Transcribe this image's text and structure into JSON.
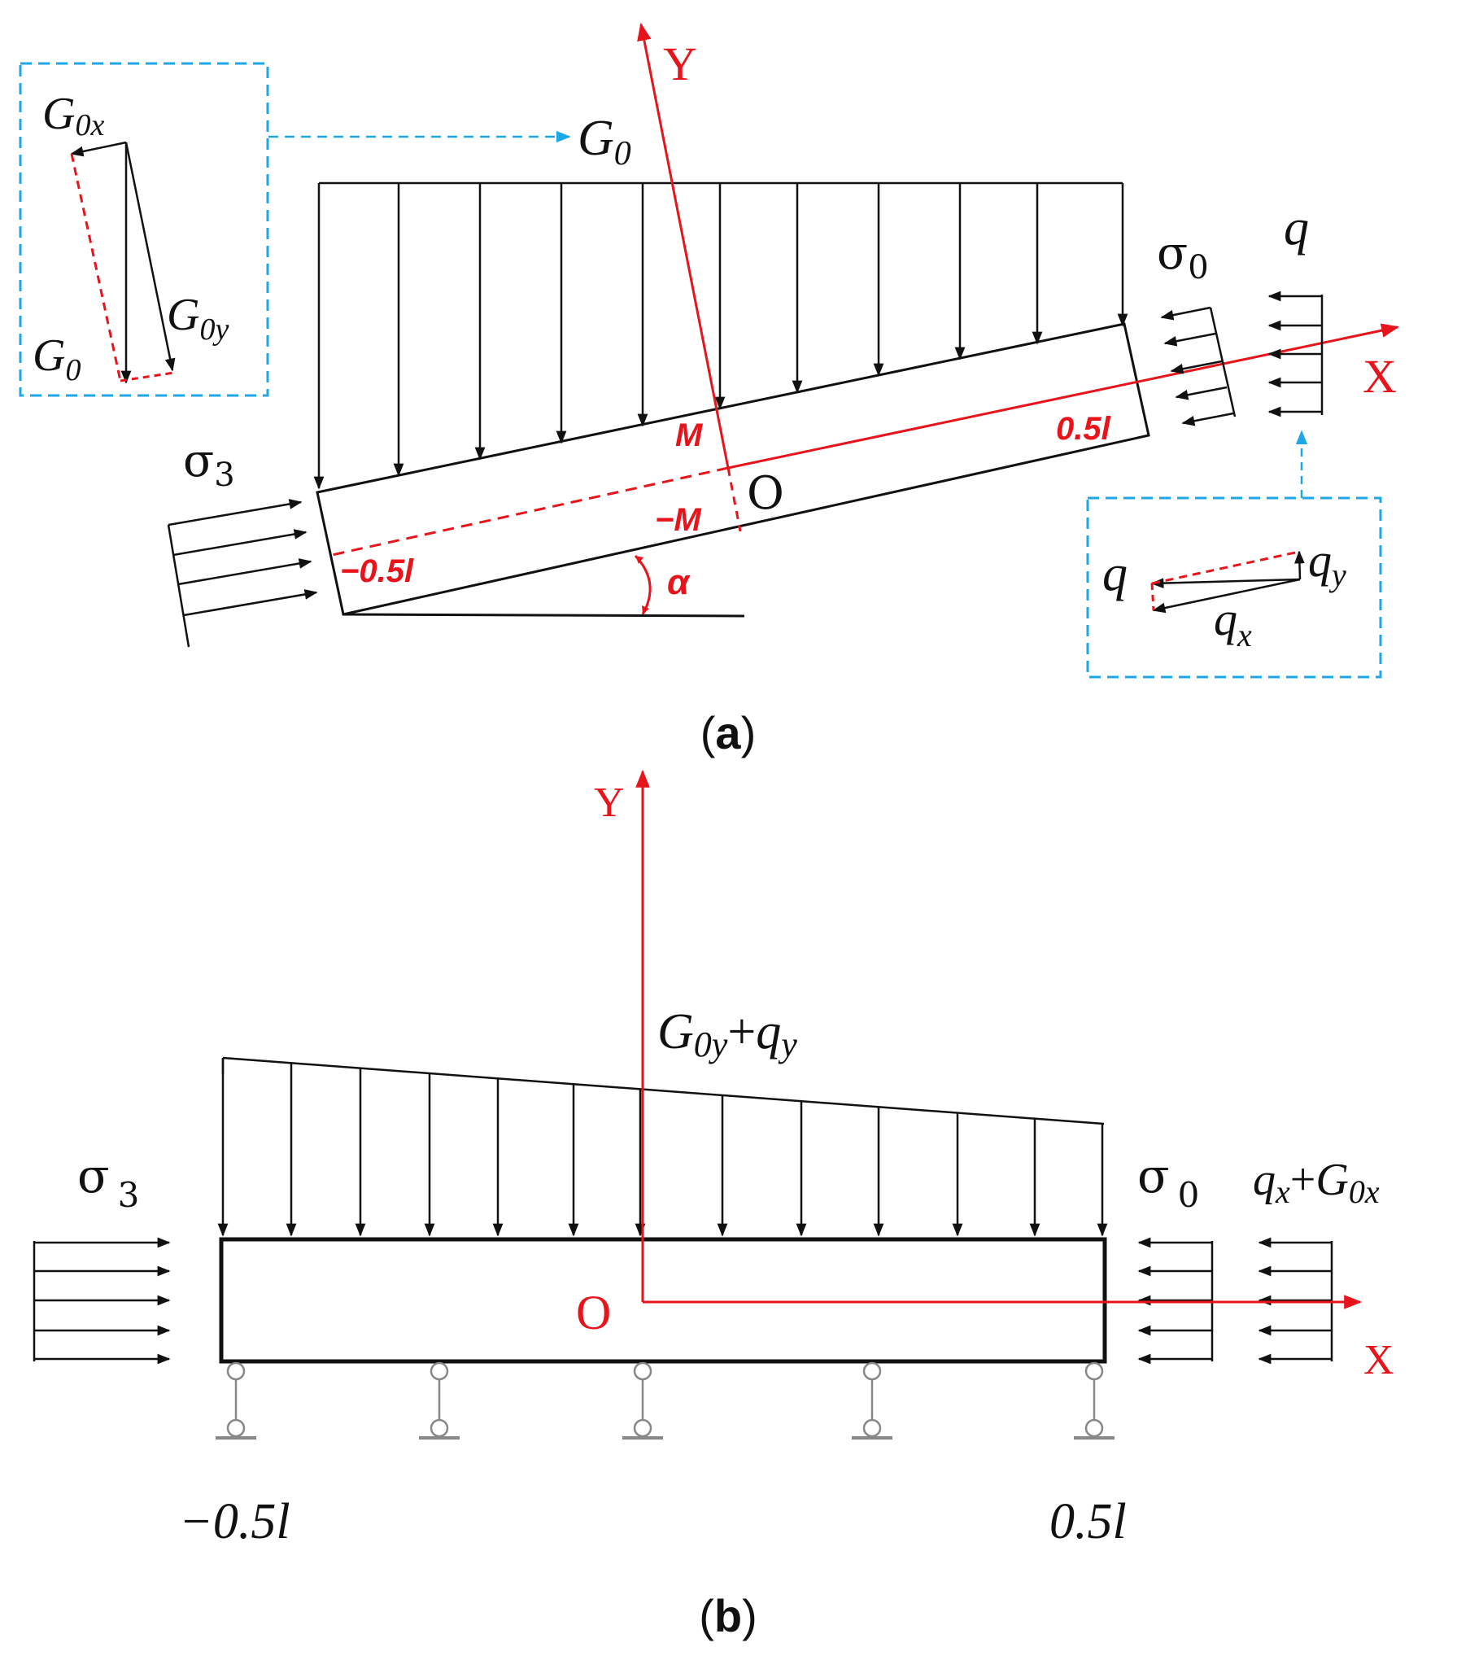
{
  "panel_a": {
    "caption_open": "(",
    "caption_letter": "a",
    "caption_close": ")",
    "load_label": "G",
    "load_sub": "0",
    "axis_x": "X",
    "axis_y": "Y",
    "origin": "O",
    "point_m": "M",
    "point_neg_m": "−M",
    "pos_half_length": "0.5l",
    "neg_half_length": "−0.5l",
    "angle": "α",
    "left_stress": "σ",
    "left_stress_sub": "3",
    "right_stress": "σ",
    "right_stress_sub": "0",
    "right_load": "q",
    "inset_gravity": {
      "g0x": "G",
      "g0x_sub": "0x",
      "g0y": "G",
      "g0y_sub": "0y",
      "g0": "G",
      "g0_sub": "0"
    },
    "inset_q": {
      "q": "q",
      "qy": "q",
      "qy_sub": "y",
      "qx": "q",
      "qx_sub": "x"
    }
  },
  "panel_b": {
    "caption_open": "(",
    "caption_letter": "b",
    "caption_close": ")",
    "axis_x": "X",
    "axis_y": "Y",
    "origin": "O",
    "top_load_g": "G",
    "top_load_g_sub": "0y",
    "top_load_plus": "+",
    "top_load_q": "q",
    "top_load_q_sub": "y",
    "left_stress": "σ",
    "left_stress_sub": "3",
    "right_stress": "σ",
    "right_stress_sub": "0",
    "right_load_q": "q",
    "right_load_q_sub": "x",
    "right_load_plus": "+",
    "right_load_g": "G",
    "right_load_g_sub": "0x",
    "left_end": "−0.5l",
    "right_end": "0.5l"
  },
  "colors": {
    "axis": "#e8141c",
    "inset_border": "#1ea7e8",
    "lines": "#111111"
  }
}
